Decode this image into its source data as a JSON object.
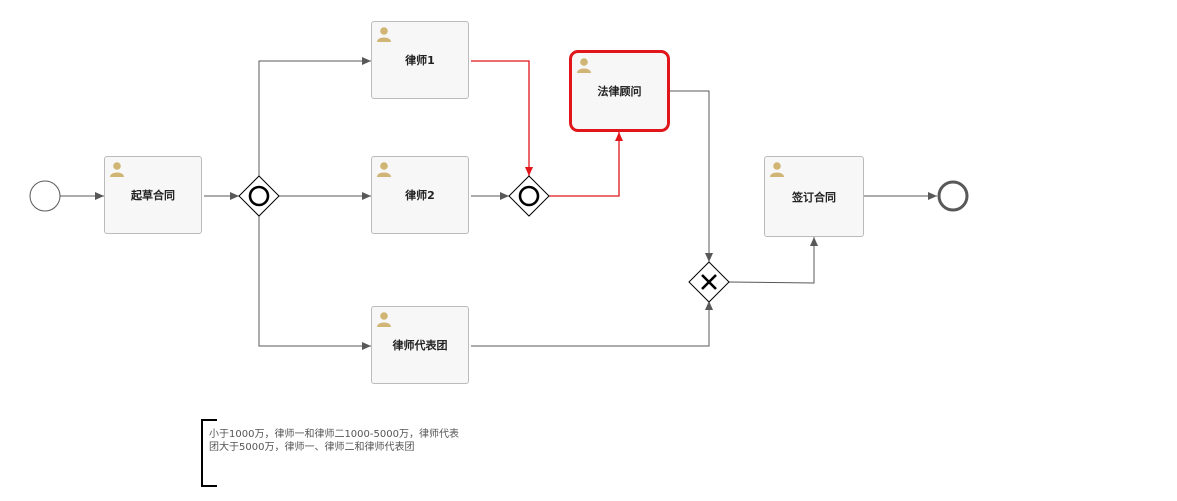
{
  "diagram": {
    "tasks": {
      "draft_contract": "起草合同",
      "lawyer1": "律师1",
      "lawyer2": "律师2",
      "lawyer_team": "律师代表团",
      "legal_advisor": "法律顾问",
      "sign_contract": "签订合同"
    },
    "annotation": "小于1000万，律师一和律师二1000-5000万，律师代表团大于5000万，律师一、律师二和律师代表团",
    "colors": {
      "flow": "#585858",
      "active": "#e0161a",
      "task_fill": "#f7f7f7",
      "user_icon": "#d1b574"
    }
  }
}
